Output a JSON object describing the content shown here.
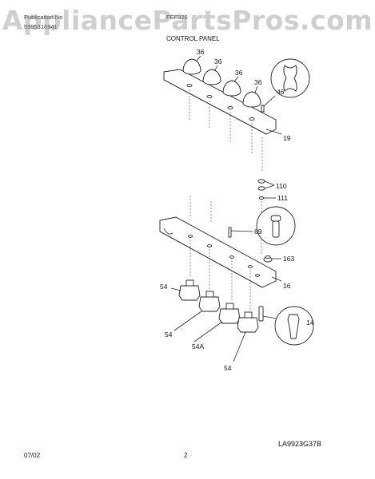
{
  "header": {
    "line1_left": "Publication No",
    "line1_right": "FEF326",
    "line2_left": "5995316941",
    "title": "CONTROL PANEL"
  },
  "watermark": "AppliancePartsPros.com",
  "callouts": [
    "36",
    "36",
    "36",
    "36",
    "46",
    "19",
    "110",
    "111",
    "69",
    "163",
    "16",
    "54",
    "54",
    "54A",
    "54",
    "14"
  ],
  "footer": {
    "date": "07/02",
    "page": "2",
    "drawing_code": "LA9923G37B"
  },
  "colors": {
    "line": "#222222",
    "watermark": "#8c8c8c"
  }
}
